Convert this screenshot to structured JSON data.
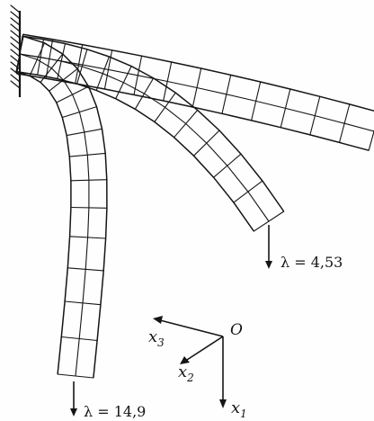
{
  "labels": {
    "lambda_mid": "λ = 4,53",
    "lambda_low": "λ = 14,9",
    "origin": "O",
    "x1_base": "x",
    "x1_sub": "1",
    "x2_base": "x",
    "x2_sub": "2",
    "x3_base": "x",
    "x3_sub": "3"
  },
  "colors": {
    "ink": "#151515",
    "paper": "#fefefe"
  }
}
